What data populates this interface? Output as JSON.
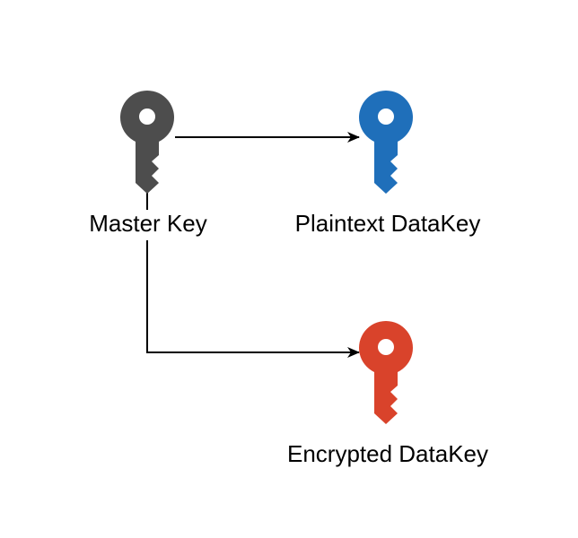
{
  "diagram": {
    "nodes": {
      "master_key": {
        "label": "Master Key",
        "icon": "key-icon",
        "color": "#4d4d4d"
      },
      "plaintext_datakey": {
        "label": "Plaintext DataKey",
        "icon": "key-icon",
        "color": "#1f6fba"
      },
      "encrypted_datakey": {
        "label": "Encrypted DataKey",
        "icon": "key-icon",
        "color": "#d9432b"
      }
    },
    "edges": [
      {
        "from": "master_key",
        "to": "plaintext_datakey"
      },
      {
        "from": "master_key",
        "to": "encrypted_datakey"
      }
    ]
  }
}
